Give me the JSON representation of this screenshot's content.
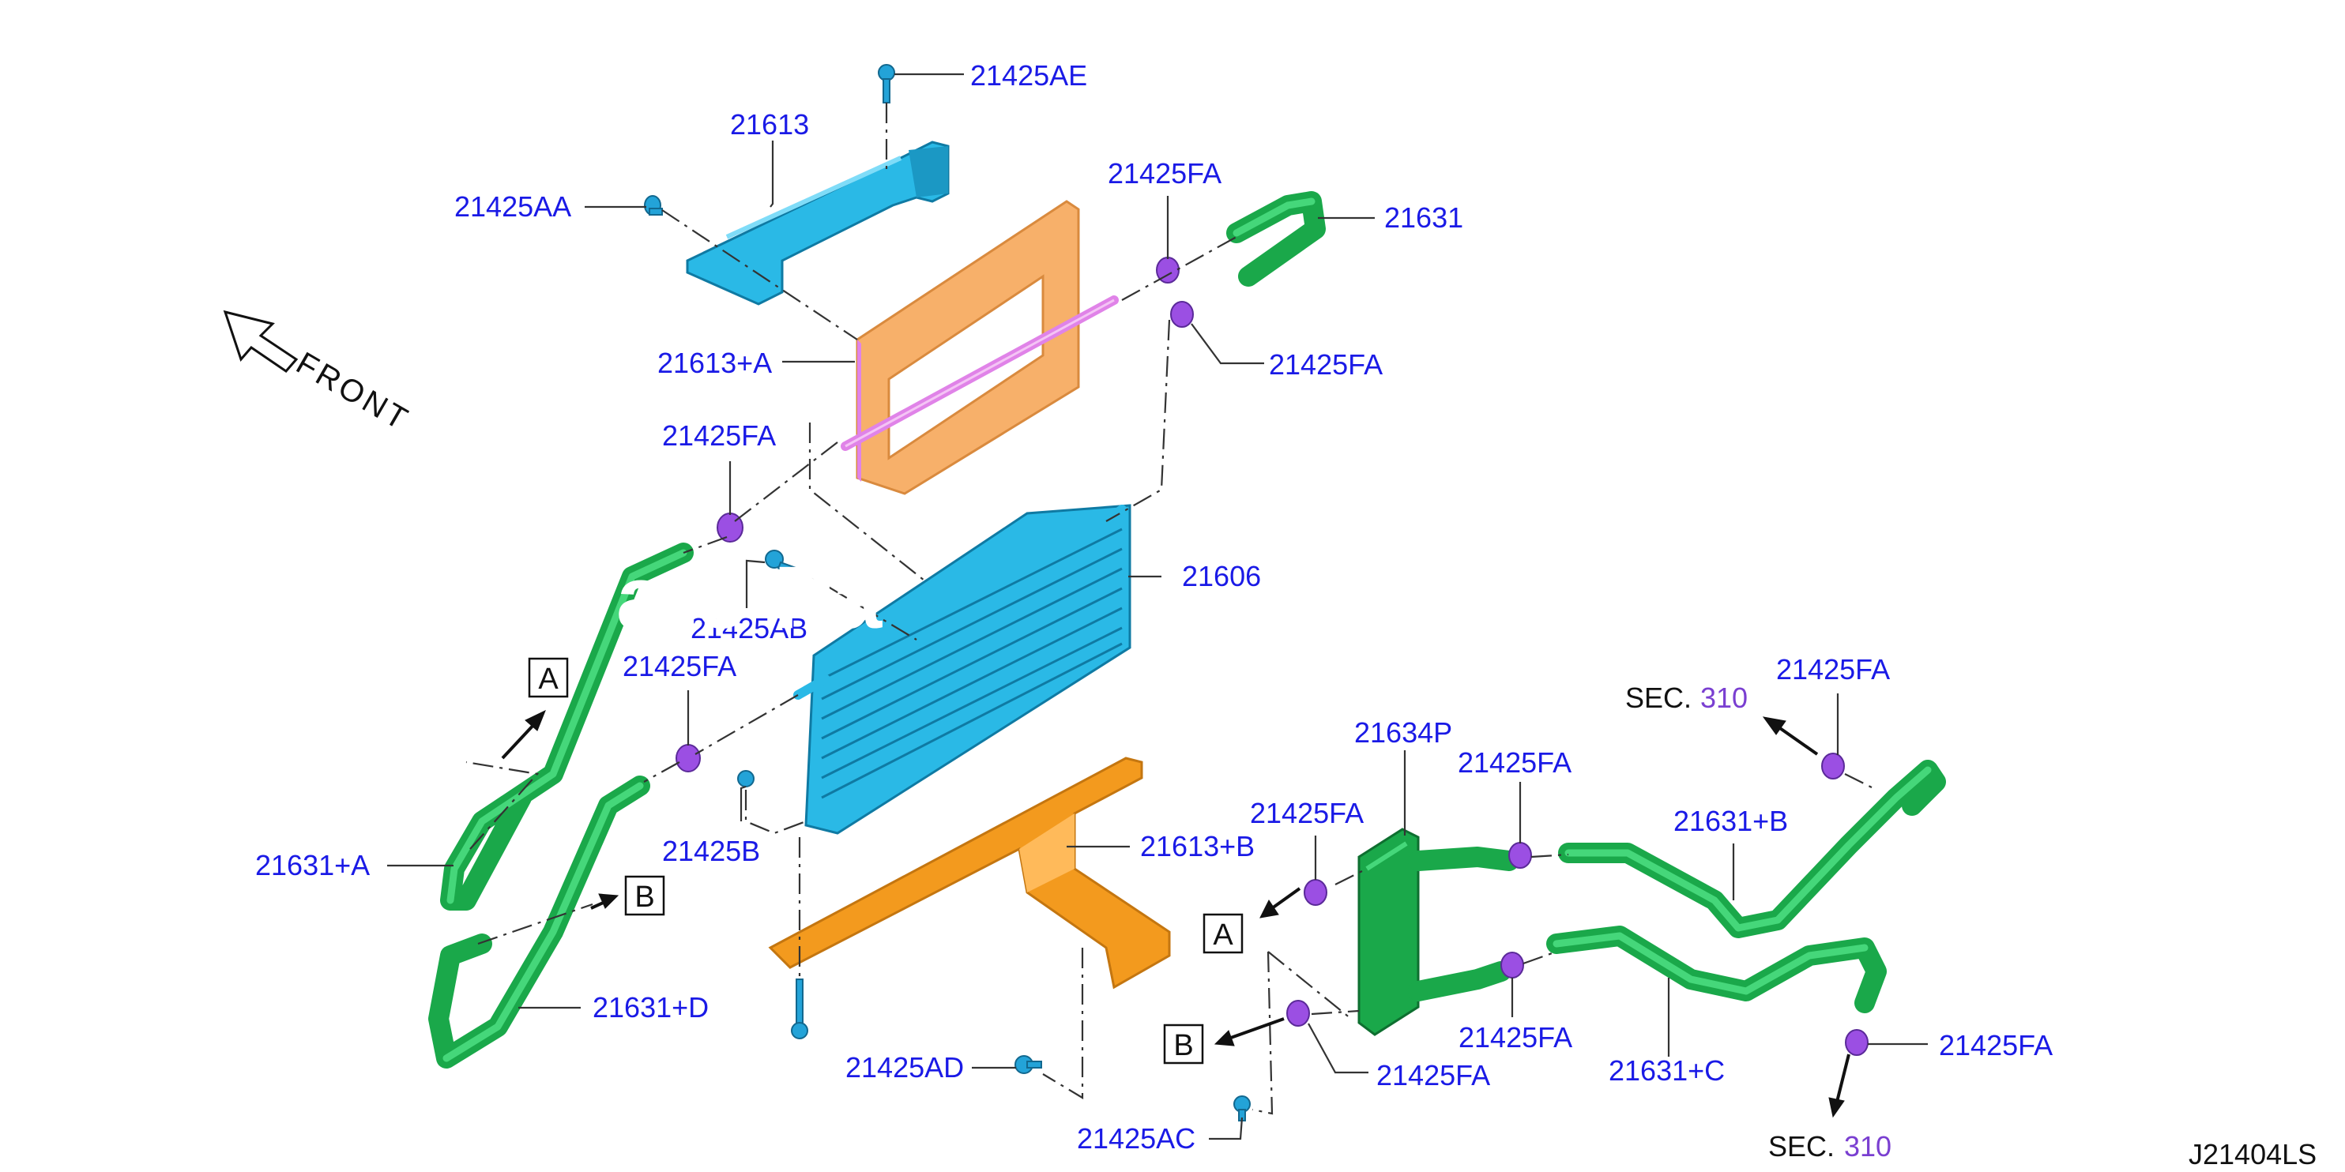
{
  "watermark": "ato Pa",
  "front_label": "FRONT",
  "diagram_id": "J21404LS",
  "labels": {
    "p21425AE": "21425AE",
    "p21613": "21613",
    "p21425AA": "21425AA",
    "p21425FA_top": "21425FA",
    "p21631": "21631",
    "p21425FA_top2": "21425FA",
    "p21613A": "21613+A",
    "p21425FA_left1": "21425FA",
    "p21606": "21606",
    "p21425AB": "21425AB",
    "p21425FA_left2": "21425FA",
    "p21425B": "21425B",
    "p21631A": "21631+A",
    "p21613B": "21613+B",
    "p21631D": "21631+D",
    "p21425AD": "21425AD",
    "p21425AC": "21425AC",
    "p21634P": "21634P",
    "p21425FA_r1": "21425FA",
    "p21425FA_r2": "21425FA",
    "p21631B": "21631+B",
    "p21425FA_r3": "21425FA",
    "p21425FA_r4": "21425FA",
    "p21631C": "21631+C",
    "p21425FA_r5": "21425FA",
    "p21425FA_r6": "21425FA"
  },
  "refs": {
    "sec_prefix_1": "SEC.",
    "sec_num_1": "310",
    "sec_prefix_2": "SEC.",
    "sec_num_2": "310",
    "box_A_left": "A",
    "box_B_left": "B",
    "box_A_right": "A",
    "box_B_right": "B"
  },
  "colors": {
    "label_blue": "#1a1ae6",
    "sec_purple": "#7a3fd1",
    "hose_green": "#1aa84a",
    "bracket_cyan": "#2ab9e6",
    "plate_orange": "#f7b06a",
    "lower_bracket_orange": "#f39a1e",
    "clip_purple": "#9b4fe3",
    "tube_pink": "#e083e8"
  }
}
